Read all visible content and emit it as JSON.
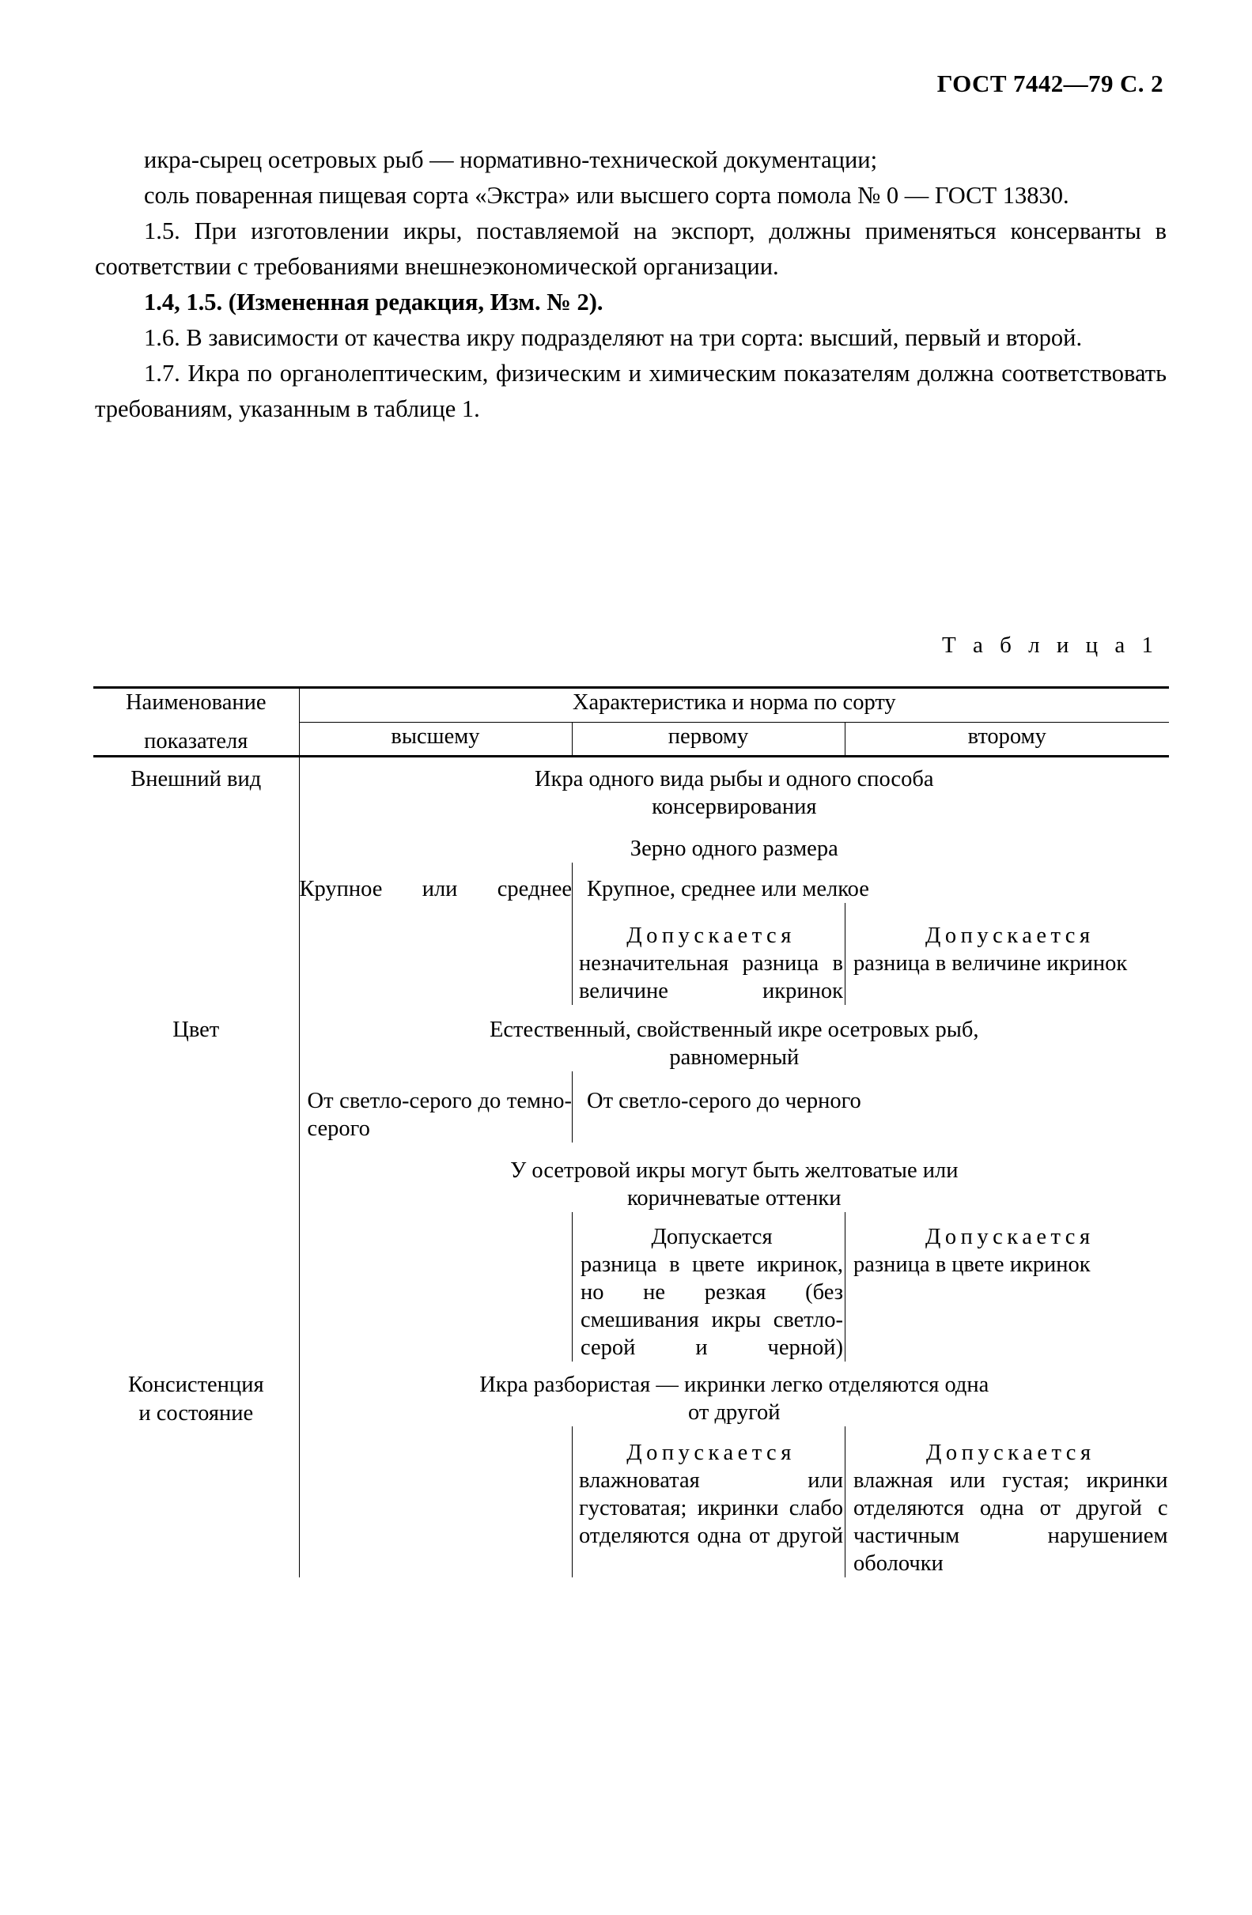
{
  "header": {
    "standard": "ГОСТ 7442—79 С. 2"
  },
  "body": {
    "paragraphs": [
      {
        "id": "p-ikra-syrec",
        "text": "икра-сырец осетровых рыб — нормативно-технической документации;",
        "bold": false
      },
      {
        "id": "p-sol",
        "text": "соль поваренная пищевая сорта «Экстра» или высшего сорта помола № 0 — ГОСТ 13830.",
        "bold": false
      },
      {
        "id": "p-1-5",
        "text": "1.5. При изготовлении икры, поставляемой на экспорт, должны применяться консерванты в соответствии с требованиями внешнеэкономической организации.",
        "bold": false
      },
      {
        "id": "p-1-4-1-5-izm",
        "text": "1.4, 1.5. (Измененная редакция, Изм. № 2).",
        "bold": true
      },
      {
        "id": "p-1-6",
        "text": "1.6. В зависимости от качества икру подразделяют на три сорта: высший, первый и второй.",
        "bold": false
      },
      {
        "id": "p-1-7",
        "text": "1.7. Икра по органолептическим, физическим и химическим показателям должна соответствовать требованиям, указанным в таблице 1.",
        "bold": false
      }
    ]
  },
  "table": {
    "caption": "Т а б л и ц а   1",
    "headers": {
      "col_name_line1": "Наименование",
      "col_name_line2": "показателя",
      "group_title": "Характеристика и норма по сорту",
      "grade_high": "высшему",
      "grade_first": "первому",
      "grade_second": "второму"
    },
    "rows": [
      {
        "id": "row-vneshniy-vid",
        "label": "Внешний вид",
        "blocks": [
          {
            "kind": "span-all",
            "align": "center",
            "lines": [
              "Икра одного вида рыбы и одного способа",
              "консервирования"
            ]
          },
          {
            "kind": "span-all",
            "align": "center",
            "lines": [
              "Зерно одного размера"
            ]
          },
          {
            "kind": "split-1-2",
            "high": "Крупное   или среднее",
            "rest": "Крупное, среднее или мелкое"
          },
          {
            "kind": "split-1-1-1",
            "high": "",
            "first_head": "Допускается",
            "first_body": "незначительная разница в величине икринок",
            "second_head": "Допускается",
            "second_body": "разница в величине икринок"
          }
        ]
      },
      {
        "id": "row-cvet",
        "label": "Цвет",
        "blocks": [
          {
            "kind": "span-all",
            "align": "center",
            "lines": [
              "Естественный, свойственный икре осетровых рыб,",
              "равномерный"
            ]
          },
          {
            "kind": "split-1-2",
            "high": "От светло-серого до темно- серого",
            "rest": "От светло-серого до черного"
          },
          {
            "kind": "span-all",
            "align": "center",
            "lines": [
              "У осетровой икры могут быть желтоватые или",
              "коричневатые оттенки"
            ]
          },
          {
            "kind": "split-1-1-1",
            "high": "",
            "first_head": "Допускается",
            "first_body": "разница в цвете икринок, но не резкая (без смешивания икры светло-серой и черной)",
            "second_head": "Допускается",
            "second_body": "разница в цвете икринок"
          }
        ]
      },
      {
        "id": "row-konsistenciya",
        "label_line1": "Консистенция",
        "label_line2": "и состояние",
        "blocks": [
          {
            "kind": "span-all",
            "align": "center",
            "lines": [
              "Икра разбористая — икринки легко отделяются одна",
              "от другой"
            ]
          },
          {
            "kind": "split-1-1-1",
            "high": "",
            "first_head": "Допускается",
            "first_body": "влажноватая или густоватая; икринки слабо отделяются одна от другой",
            "second_head": "Допускается",
            "second_body": "влажная или густая; икринки отделяются одна от другой с частичным нарушением оболочки"
          }
        ]
      }
    ]
  }
}
